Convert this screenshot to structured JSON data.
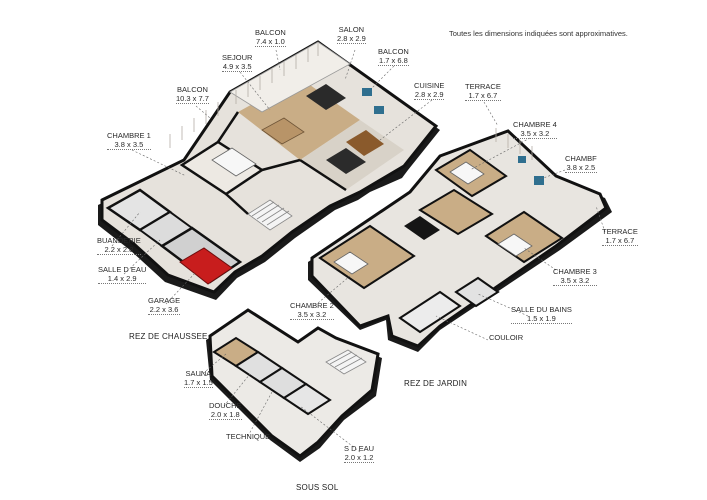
{
  "note": "Toutes les dimensions indiquées sont approximatives.",
  "levels": {
    "rdc": "REZ DE CHAUSSEE",
    "jardin": "REZ DE JARDIN",
    "sous_sol": "SOUS SOL"
  },
  "rooms": {
    "balcon_top": {
      "name": "BALCON",
      "dim": "7.4 x 1.0"
    },
    "salon": {
      "name": "SALON",
      "dim": "2.8 x 2.9"
    },
    "balcon_right": {
      "name": "BALCON",
      "dim": "1.7 x 6.8"
    },
    "sejour": {
      "name": "SEJOUR",
      "dim": "4.9 x 3.5"
    },
    "balcon_left": {
      "name": "BALCON",
      "dim": "10.3 x 7.7"
    },
    "cuisine": {
      "name": "CUISINE",
      "dim": "2.8 x 2.9"
    },
    "terrace_top": {
      "name": "TERRACE",
      "dim": "1.7 x 6.7"
    },
    "chambre1": {
      "name": "CHAMBRE 1",
      "dim": "3.8 x 3.5"
    },
    "chambre4": {
      "name": "CHAMBRE 4",
      "dim": "3.5 x 3.2"
    },
    "chambre5": {
      "name": "CHAMBF",
      "dim": "3.8 x 2.5"
    },
    "buanderie": {
      "name": "BUANDERIE",
      "dim": "2.2 x 2.8"
    },
    "terrace_right": {
      "name": "TERRACE",
      "dim": "1.7 x 6.7"
    },
    "salle_deau": {
      "name": "SALLE D EAU",
      "dim": "1.4 x 2.9"
    },
    "chambre3": {
      "name": "CHAMBRE 3",
      "dim": "3.5 x 3.2"
    },
    "garage": {
      "name": "GARAGE",
      "dim": "2.2 x 3.6"
    },
    "chambre2": {
      "name": "CHAMBRE 2",
      "dim": "3.5 x 3.2"
    },
    "salle_bains": {
      "name": "SALLE DU BAINS",
      "dim": "1.5 x 1.9"
    },
    "couloir": {
      "name": "COULOIR"
    },
    "sauna": {
      "name": "SAUNA",
      "dim": "1.7 x 1.5"
    },
    "douche": {
      "name": "DOUCHE",
      "dim": "2.0 x 1.8"
    },
    "technique": {
      "name": "TECHNIQUE"
    },
    "s_deau": {
      "name": "S D EAU",
      "dim": "2.0 x 1.2"
    }
  },
  "colors": {
    "wall": "#111111",
    "floor_wood": "#c9ad86",
    "floor_tile": "#e4e4e4",
    "car": "#c81d1d",
    "accent_blue": "#2f6f8f"
  }
}
